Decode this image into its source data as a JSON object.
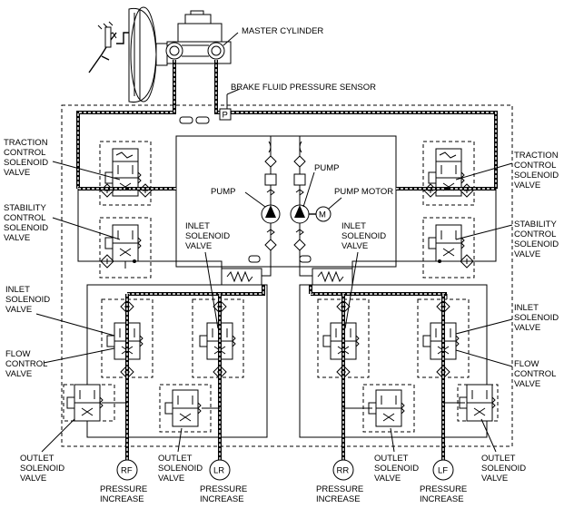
{
  "labels": {
    "master_cylinder": "MASTER CYLINDER",
    "pressure_sensor": "BRAKE FLUID PRESSURE SENSOR",
    "sensor_letter": "P",
    "pump": "PUMP",
    "pump_motor": "PUMP MOTOR",
    "motor_letter": "M",
    "left": {
      "traction": [
        "TRACTION",
        "CONTROL",
        "SOLENOID",
        "VALVE"
      ],
      "stability": [
        "STABILITY",
        "CONTROL",
        "SOLENOID",
        "VALVE"
      ],
      "inlet": [
        "INLET",
        "SOLENOID",
        "VALVE"
      ],
      "flow": [
        "FLOW",
        "CONTROL",
        "VALVE"
      ]
    },
    "right": {
      "traction": [
        "TRACTION",
        "CONTROL",
        "SOLENOID",
        "VALVE"
      ],
      "stability": [
        "STABILITY",
        "CONTROL",
        "SOLENOID",
        "VALVE"
      ],
      "inlet": [
        "INLET",
        "SOLENOID",
        "VALVE"
      ],
      "flow": [
        "FLOW",
        "CONTROL",
        "VALVE"
      ]
    },
    "center_inlet_left": [
      "INLET",
      "SOLENOID",
      "VALVE"
    ],
    "center_inlet_right": [
      "INLET",
      "SOLENOID",
      "VALVE"
    ],
    "outlet": [
      "OUTLET",
      "SOLENOID",
      "VALVE"
    ],
    "pressure_increase": [
      "PRESSURE",
      "INCREASE"
    ]
  },
  "wheels": [
    "RF",
    "LR",
    "RR",
    "LF"
  ]
}
